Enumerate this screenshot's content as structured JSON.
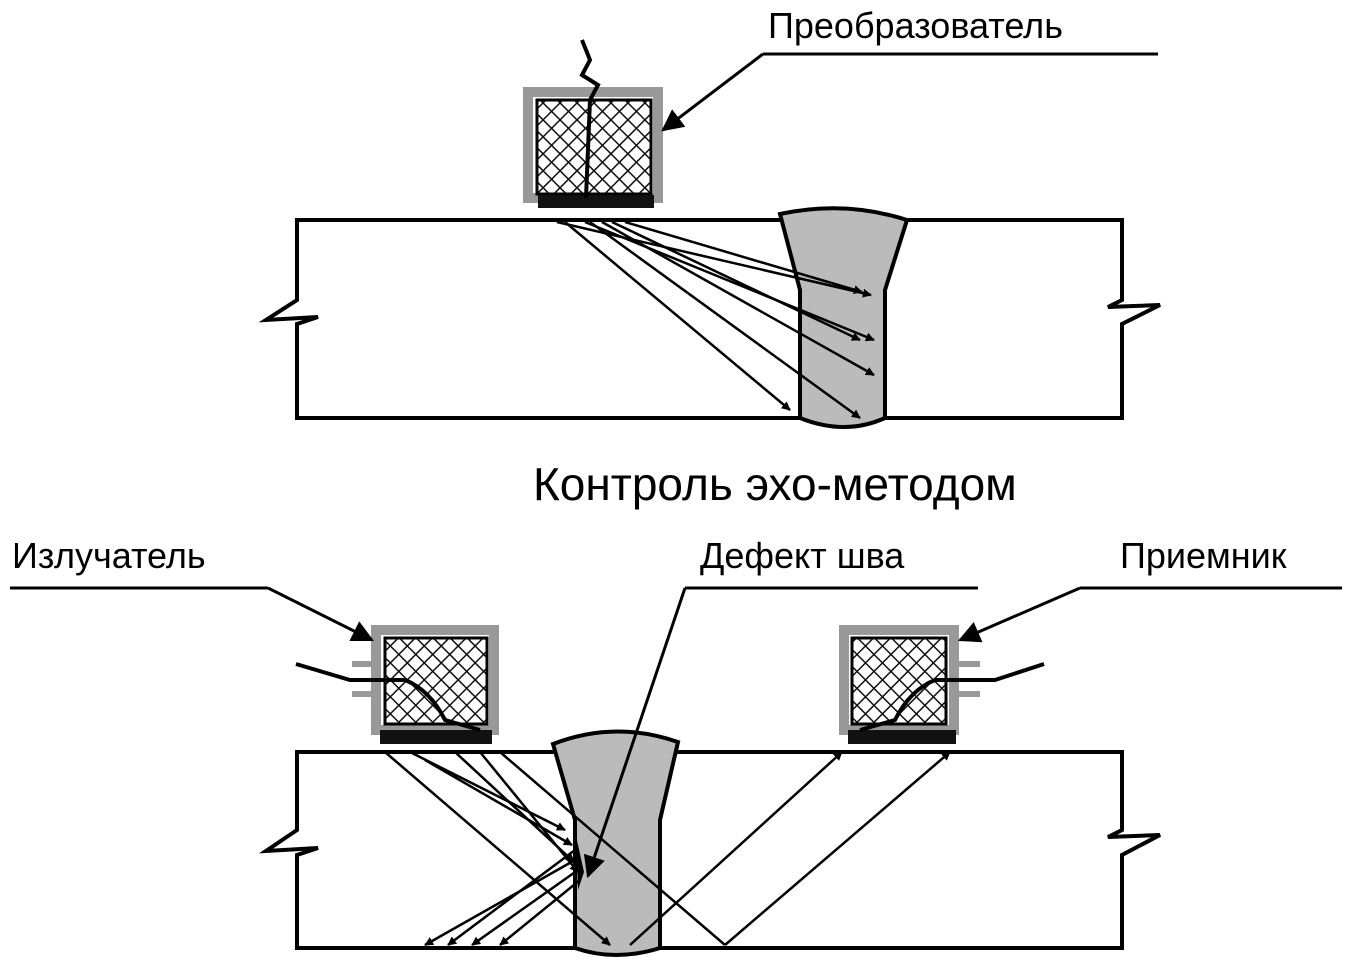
{
  "labels": {
    "transducer": "Преобразователь",
    "echo_method": "Контроль эхо-методом",
    "emitter": "Излучатель",
    "weld_defect": "Дефект шва",
    "receiver": "Приемник"
  },
  "colors": {
    "ink": "#000000",
    "weld": "#bbbbbb",
    "housing": "#999999",
    "crystal": "#111111"
  }
}
